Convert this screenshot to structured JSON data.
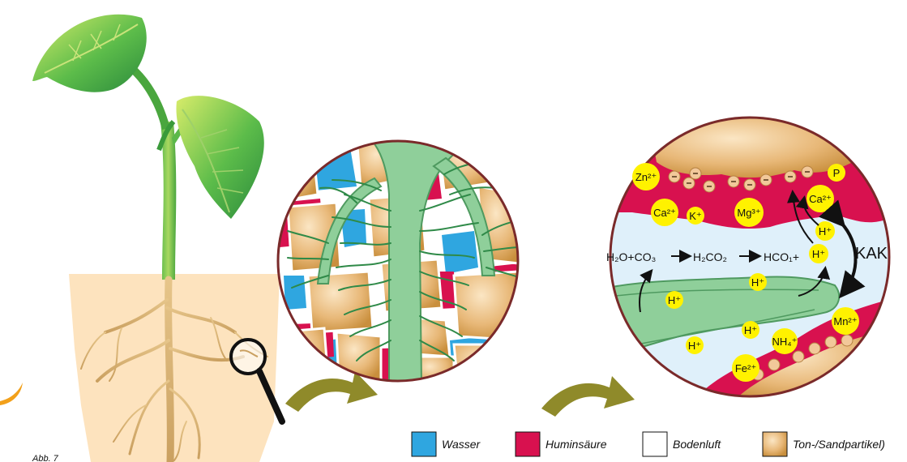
{
  "caption": "Abb. 7",
  "kak_label": "KAK",
  "equation": {
    "h2o_co3": "H₂O+CO₃",
    "h2co2": "H₂CO₂",
    "hco1": "HCO₁+"
  },
  "ions": {
    "zn": "Zn²⁺",
    "ca_left": "Ca²⁺",
    "k": "K⁺",
    "mg": "Mg³⁺",
    "p": "P",
    "ca_right": "Ca²⁺",
    "h_top": "H⁺",
    "h_mid": "H⁺",
    "h_root1": "H⁺",
    "h_root2": "H⁺",
    "h_root3": "H⁺",
    "h_root4": "H⁺",
    "nh4": "NH₄⁺",
    "mn": "Mn²⁺",
    "fe": "Fe²⁺"
  },
  "legend": [
    {
      "label": "Wasser",
      "color": "#2fa6e0"
    },
    {
      "label": "Huminsäure",
      "color": "#d8114f"
    },
    {
      "label": "Bodenluft",
      "color": "#ffffff"
    },
    {
      "label": "Ton-/Sandpartikel)",
      "color": "#e8b878"
    }
  ],
  "colors": {
    "root_green": "#8fcf9a",
    "leaf_green": "#4fb848",
    "soil": "#fde3be",
    "arrow": "#8f8a2a",
    "circle_border": "#7a2a2a",
    "ion_yellow": "#fff200"
  }
}
